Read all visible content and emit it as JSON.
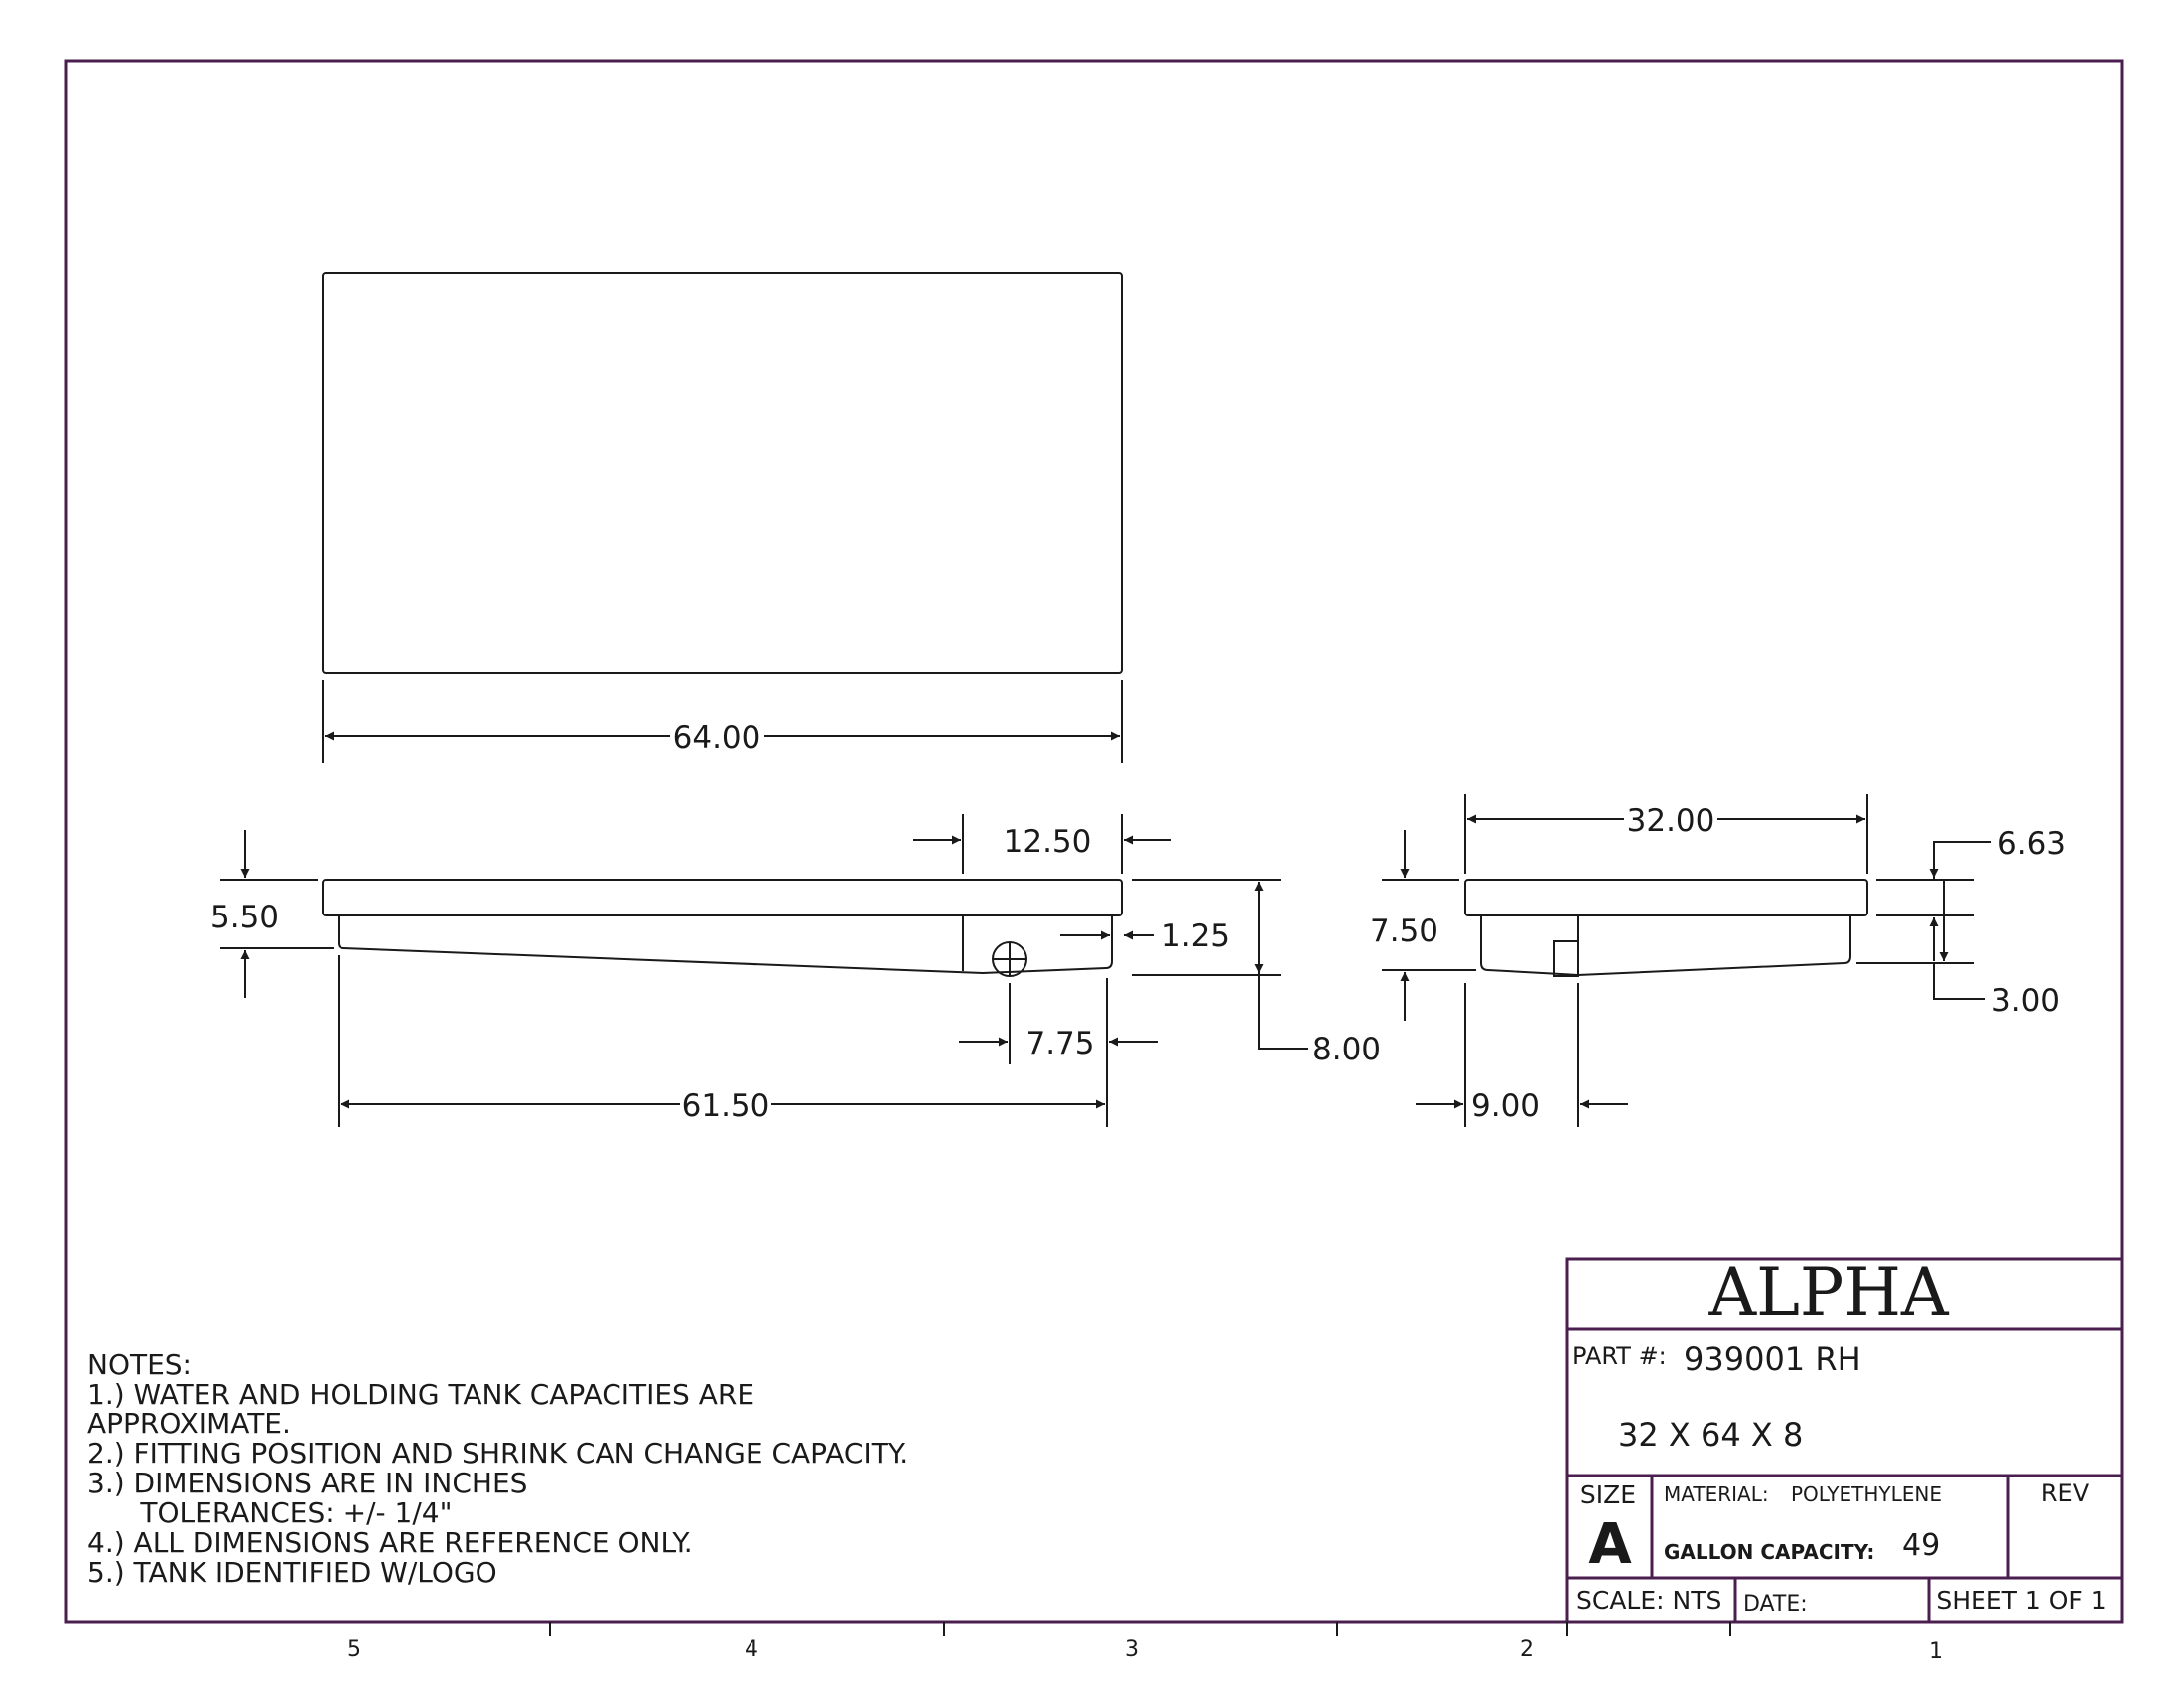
{
  "dimensions": {
    "top_width": "64.00",
    "side_tall_height": "5.50",
    "side_fitting_offset": "12.50",
    "side_step": "1.25",
    "side_fitting_center": "7.75",
    "side_total_height": "8.00",
    "side_bottom_length": "61.50",
    "end_width": "32.00",
    "end_height": "7.50",
    "end_offset": "9.00",
    "end_upper": "6.63",
    "end_lower": "3.00"
  },
  "notes": {
    "heading": "NOTES:",
    "lines": [
      "1.) WATER AND HOLDING TANK CAPACITIES ARE",
      "APPROXIMATE.",
      "2.) FITTING POSITION AND SHRINK CAN CHANGE CAPACITY.",
      "3.) DIMENSIONS ARE IN INCHES",
      "      TOLERANCES: +/- 1/4\"",
      "4.) ALL DIMENSIONS ARE REFERENCE ONLY.",
      "5.) TANK IDENTIFIED W/LOGO"
    ]
  },
  "title_block": {
    "company": "ALPHA",
    "part_label": "PART #:",
    "part_number": "939001 RH",
    "size_desc": "32 X 64 X 8",
    "size_label": "SIZE",
    "size_value": "A",
    "material_label": "MATERIAL:",
    "material_value": "POLYETHYLENE",
    "rev_label": "REV",
    "capacity_label": "GALLON CAPACITY:",
    "capacity_value": "49",
    "scale": "SCALE: NTS",
    "date_label": "DATE:",
    "sheet": "SHEET 1 OF 1"
  },
  "zones": [
    "5",
    "4",
    "3",
    "2",
    "1"
  ],
  "colors": {
    "border": "#4a1f4f",
    "line": "#1a1a1a"
  }
}
